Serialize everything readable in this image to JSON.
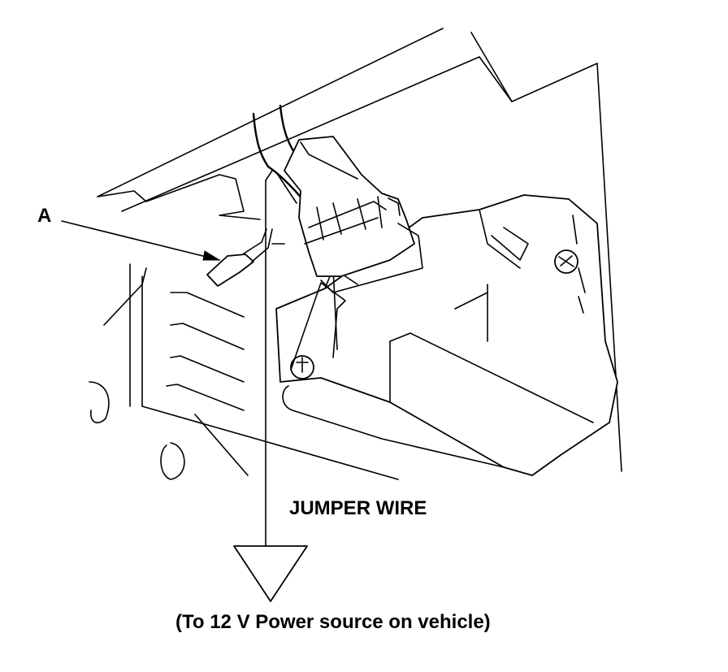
{
  "labels": {
    "callout_a": "A",
    "jumper_wire": "JUMPER WIRE",
    "power_source": "(To 12 V Power source on vehicle)"
  }
}
